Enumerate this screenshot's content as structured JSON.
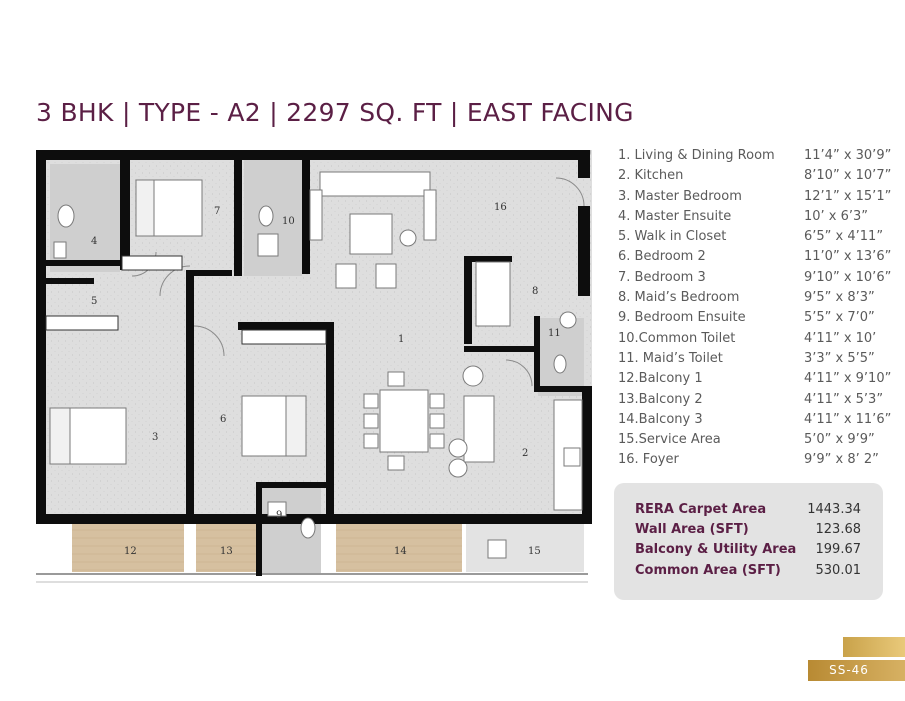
{
  "title": "3 BHK | TYPE - A2 | 2297 SQ. FT | EAST FACING",
  "plan_labels": [
    "1",
    "2",
    "3",
    "4",
    "5",
    "6",
    "7",
    "8",
    "9",
    "10",
    "11",
    "12",
    "13",
    "14",
    "15",
    "16"
  ],
  "rooms": [
    {
      "label": "1.  Living & Dining Room",
      "dim": "11’4” x 30’9”"
    },
    {
      "label": "2. Kitchen",
      "dim": "8’10” x 10’7”"
    },
    {
      "label": "3. Master Bedroom",
      "dim": "12’1” x 15’1”"
    },
    {
      "label": "4. Master Ensuite",
      "dim": "10’ x 6’3”"
    },
    {
      "label": "5. Walk in Closet",
      "dim": "6’5” x 4’11”"
    },
    {
      "label": "6. Bedroom 2",
      "dim": "11’0” x 13’6”"
    },
    {
      "label": "7. Bedroom 3",
      "dim": "9’10” x 10’6”"
    },
    {
      "label": "8. Maid’s Bedroom",
      "dim": "9’5” x 8’3”"
    },
    {
      "label": "9. Bedroom Ensuite",
      "dim": "5’5” x 7’0”"
    },
    {
      "label": "10.Common Toilet",
      "dim": "4’11” x 10’"
    },
    {
      "label": "11. Maid’s Toilet",
      "dim": "3’3” x 5’5”"
    },
    {
      "label": "12.Balcony 1",
      "dim": "4’11” x 9’10”"
    },
    {
      "label": "13.Balcony 2",
      "dim": "4’11” x 5’3”"
    },
    {
      "label": "14.Balcony 3",
      "dim": "4’11” x 11’6”"
    },
    {
      "label": "15.Service Area",
      "dim": "5’0” x 9’9”"
    },
    {
      "label": "16. Foyer",
      "dim": "9’9” x 8’ 2”"
    }
  ],
  "areas": [
    {
      "label": "RERA Carpet Area",
      "value": "1443.34"
    },
    {
      "label": "Wall Area (SFT)",
      "value": "123.68"
    },
    {
      "label": "Balcony & Utility Area",
      "value": "199.67"
    },
    {
      "label": "Common Area (SFT)",
      "value": "530.01"
    }
  ],
  "page_number": "SS-46",
  "colors": {
    "title": "#5b1f45",
    "floor": "#dcdcdc",
    "wall": "#0d0d0d",
    "balcony": "#d9c3a5",
    "gold": "#c9a24a"
  }
}
